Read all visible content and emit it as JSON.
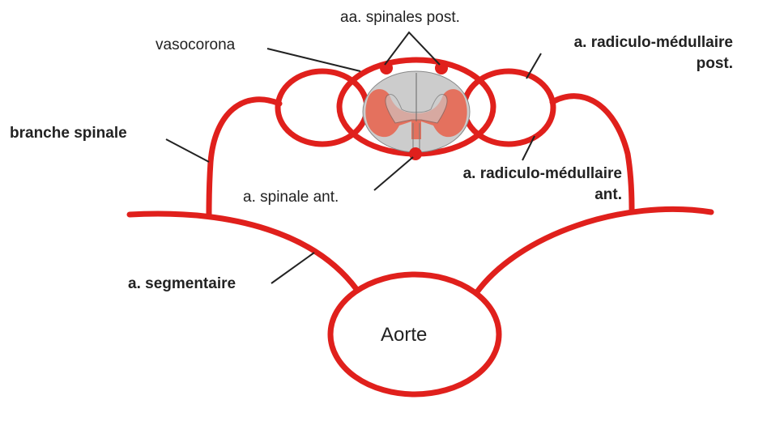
{
  "colors": {
    "artery": "#e0201c",
    "cord_gray": "#c9c9c9",
    "gray_matter": "#e8604a",
    "text": "#222222"
  },
  "labels": {
    "aa_spinales_post": "aa. spinales post.",
    "vasocorona": "vasocorona",
    "radiculo_post_line1": "a. radiculo-médullaire",
    "radiculo_post_line2": "post.",
    "branche_spinale": "branche spinale",
    "radiculo_ant_line1": "a. radiculo-médullaire",
    "radiculo_ant_line2": "ant.",
    "spinale_ant": "a. spinale ant.",
    "segmentaire": "a. segmentaire",
    "aorte": "Aorte"
  }
}
